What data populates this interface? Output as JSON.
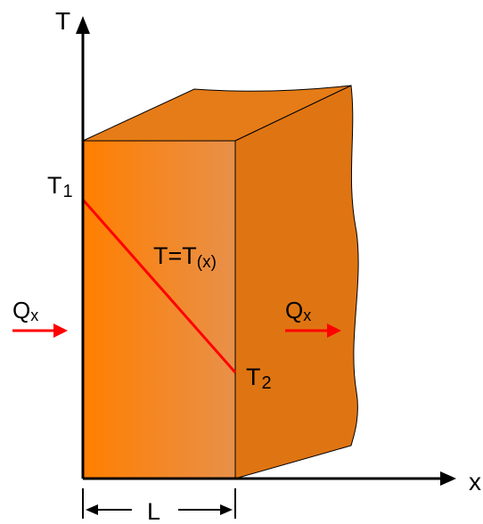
{
  "labels": {
    "axis_t": "T",
    "axis_x": "x",
    "t1_main": "T",
    "t1_sub": "1",
    "t2_main": "T",
    "t2_sub": "2",
    "tx_main": "T=T",
    "tx_sub": "(x)",
    "q_left_main": "Q",
    "q_left_sub": "x",
    "q_right_main": "Q",
    "q_right_sub": "x",
    "length": "L"
  },
  "colors": {
    "front_left": "#ff7f00",
    "front_right": "#e8904a",
    "top_face": "#e57c17",
    "side_face": "#df7512",
    "edge": "#000000",
    "temperature_line": "#ff0000",
    "arrow": "#ff0000",
    "axis": "#000000"
  }
}
